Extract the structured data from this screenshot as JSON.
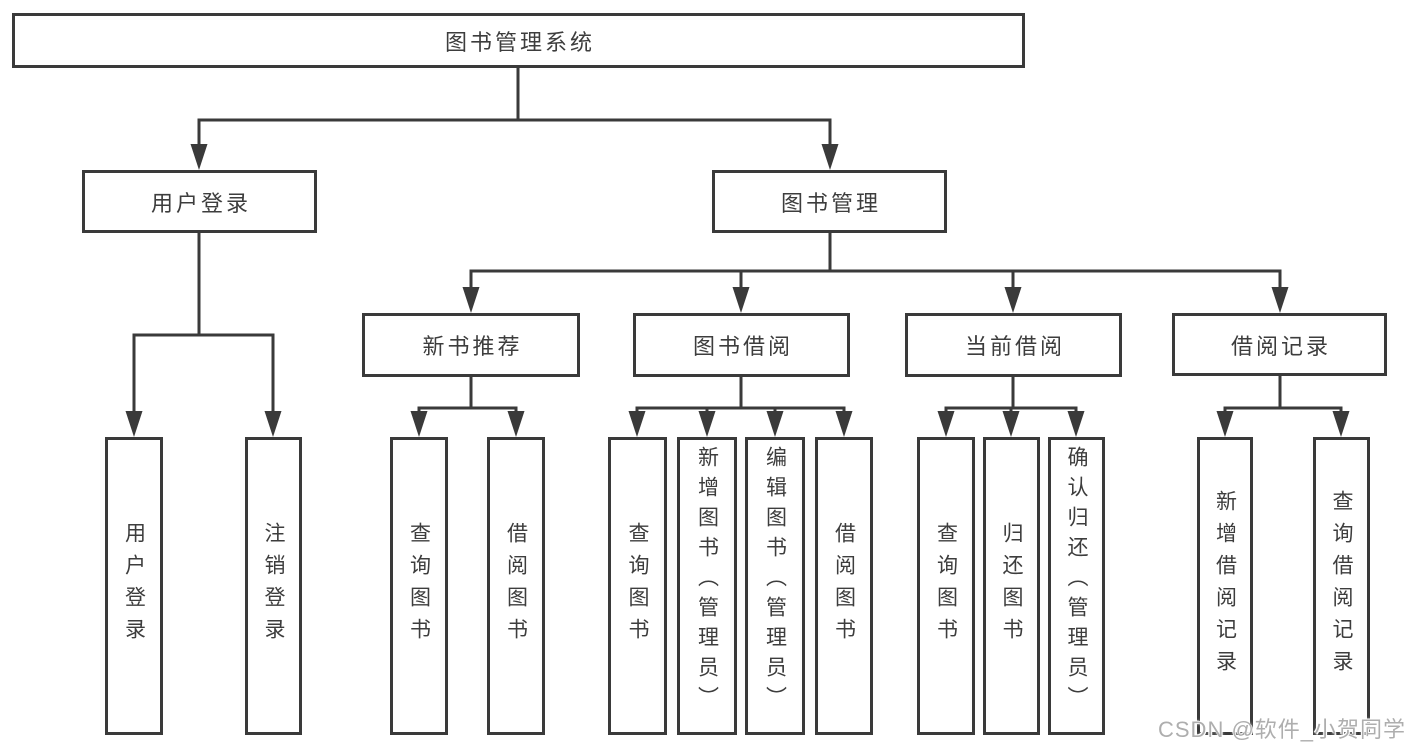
{
  "tree": {
    "root": "图书管理系统",
    "branches": [
      {
        "label": "用户登录",
        "children": [
          "用户登录",
          "注销登录"
        ]
      },
      {
        "label": "图书管理",
        "sections": [
          {
            "label": "新书推荐",
            "children": [
              "查询图书",
              "借阅图书"
            ]
          },
          {
            "label": "图书借阅",
            "children": [
              "查询图书",
              "新增图书（管理员）",
              "编辑图书（管理员）",
              "借阅图书"
            ]
          },
          {
            "label": "当前借阅",
            "children": [
              "查询图书",
              "归还图书",
              "确认归还（管理员）"
            ]
          },
          {
            "label": "借阅记录",
            "children": [
              "新增借阅记录",
              "查询借阅记录"
            ]
          }
        ]
      }
    ]
  },
  "watermark": "CSDN @软件_小贺同学",
  "colors": {
    "line": "#3a3a3a",
    "text": "#3d3d3d",
    "background": "#ffffff",
    "watermark": "#aeaeae"
  }
}
